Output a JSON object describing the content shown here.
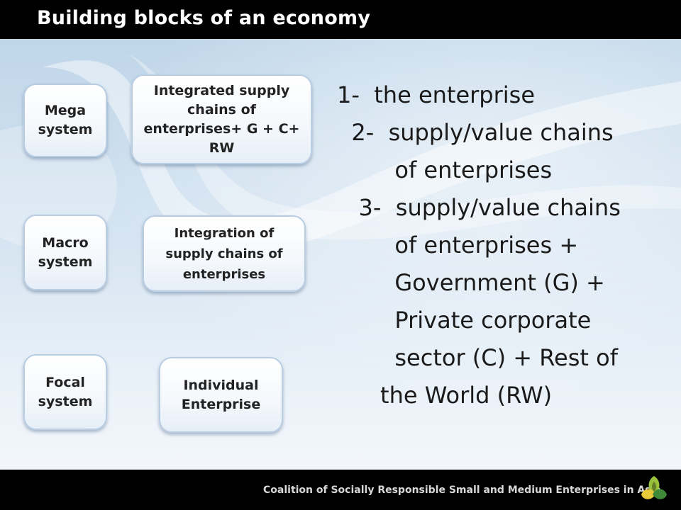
{
  "slide": {
    "title": "Building blocks of an economy",
    "systems": [
      {
        "label": "Mega\nsystem"
      },
      {
        "label": "Macro\nsystem"
      },
      {
        "label": "Focal\nsystem"
      }
    ],
    "descriptions": [
      {
        "label": "Integrated supply\nchains of\nenterprises+ G + C+\nRW"
      },
      {
        "label": "Integration of\nsupply chains of\nenterprises"
      },
      {
        "label": "Individual\nEnterprise"
      }
    ],
    "list_lines": [
      "1-  the enterprise",
      "  2-  supply/value chains",
      "        of enterprises",
      "   3-  supply/value chains",
      "        of enterprises +",
      "        Government (G) +",
      "        Private corporate",
      "        sector (C) + Rest of",
      "      the World (RW)"
    ],
    "footer": "Coalition of Socially Responsible Small and Medium Enterprises in Asia"
  },
  "colors": {
    "logo_green": "#9ac13b",
    "logo_yellow": "#e7c93a",
    "logo_dark_green": "#3f8a3a"
  }
}
